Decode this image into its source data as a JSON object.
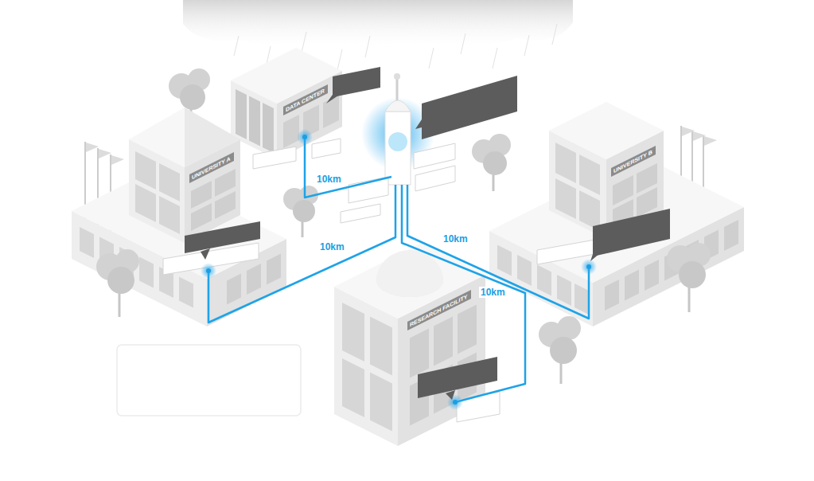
{
  "diagram": {
    "nodes": [
      {
        "text": [
          "DATA CENTER"
        ]
      },
      {
        "text": [
          "UNIVERSITY A"
        ]
      },
      {
        "text": [
          "UNIVERSITY B"
        ]
      },
      {
        "text": [
          "RESEARCH FACILITY"
        ]
      }
    ],
    "labels": [
      "10km",
      "10km",
      "10km",
      "10km"
    ]
  }
}
